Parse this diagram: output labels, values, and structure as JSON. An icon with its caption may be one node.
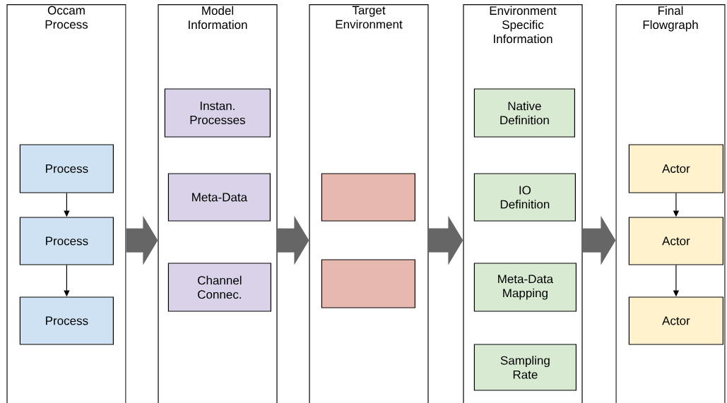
{
  "diagram": {
    "nodes": [
      {
        "text": [
          "Occam Process"
        ]
      },
      {
        "text": [
          "Process"
        ],
        "in": 0
      },
      {
        "text": [
          "Process"
        ],
        "in": 0
      },
      {
        "text": [
          "Process"
        ],
        "in": 0
      },
      {
        "text": [
          "Model Information"
        ]
      },
      {
        "text": [
          "Instan. Processes"
        ],
        "in": 4
      },
      {
        "text": [
          "Meta-Data"
        ],
        "in": 4
      },
      {
        "text": [
          "Channel Connec."
        ],
        "in": 4
      },
      {
        "text": [
          "Target Environment"
        ]
      },
      {
        "text": [],
        "shape": "box",
        "in": 8
      },
      {
        "text": [],
        "shape": "box",
        "in": 8
      },
      {
        "text": [
          "Environment Specific Information"
        ]
      },
      {
        "text": [
          "Native Definition"
        ],
        "in": 11
      },
      {
        "text": [
          "IO Definition"
        ],
        "in": 11
      },
      {
        "text": [
          "Meta-Data Mapping"
        ],
        "in": 11
      },
      {
        "text": [
          "Sampling Rate"
        ],
        "in": 11
      },
      {
        "text": [
          "Final Flowgraph"
        ]
      },
      {
        "text": [
          "Actor"
        ],
        "in": 16
      },
      {
        "text": [
          "Actor"
        ],
        "in": 16
      },
      {
        "text": [
          "Actor"
        ],
        "in": 16
      }
    ],
    "edges": [
      {
        "from": 1,
        "to": 2,
        "arrow": "to"
      },
      {
        "from": 2,
        "to": 3,
        "arrow": "to"
      },
      {
        "from": 0,
        "to": 4,
        "arrow": "to",
        "style": "thick",
        "color": "#666666"
      },
      {
        "from": 4,
        "to": 8,
        "arrow": "to",
        "style": "thick",
        "color": "#666666"
      },
      {
        "from": 8,
        "to": 11,
        "arrow": "to",
        "style": "thick",
        "color": "#666666"
      },
      {
        "from": 11,
        "to": 16,
        "arrow": "to",
        "style": "thick",
        "color": "#666666"
      },
      {
        "from": 17,
        "to": 18,
        "arrow": "to"
      },
      {
        "from": 18,
        "to": 19,
        "arrow": "to"
      }
    ]
  }
}
